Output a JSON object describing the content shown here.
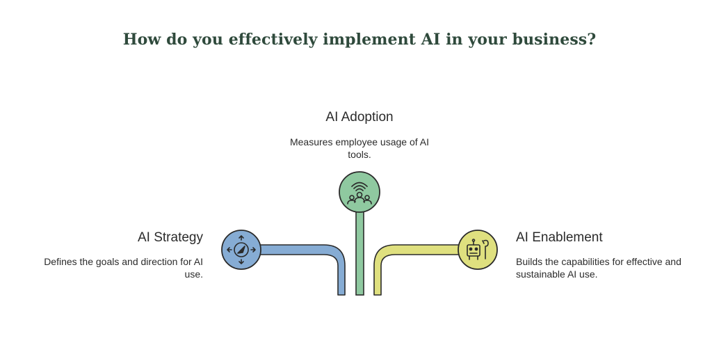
{
  "title": "How do you effectively implement AI in your business?",
  "nodes": {
    "strategy": {
      "label": "AI Strategy",
      "description": "Defines the goals and direction for AI use.",
      "icon": "compass-arrows-icon",
      "color": "#86acd4"
    },
    "adoption": {
      "label": "AI Adoption",
      "description": "Measures employee usage of AI tools.",
      "icon": "people-signal-icon",
      "color": "#8fc9a0"
    },
    "enablement": {
      "label": "AI Enablement",
      "description": "Builds the capabilities for effective and sustainable AI use.",
      "icon": "robot-tools-icon",
      "color": "#dfe07f"
    }
  }
}
